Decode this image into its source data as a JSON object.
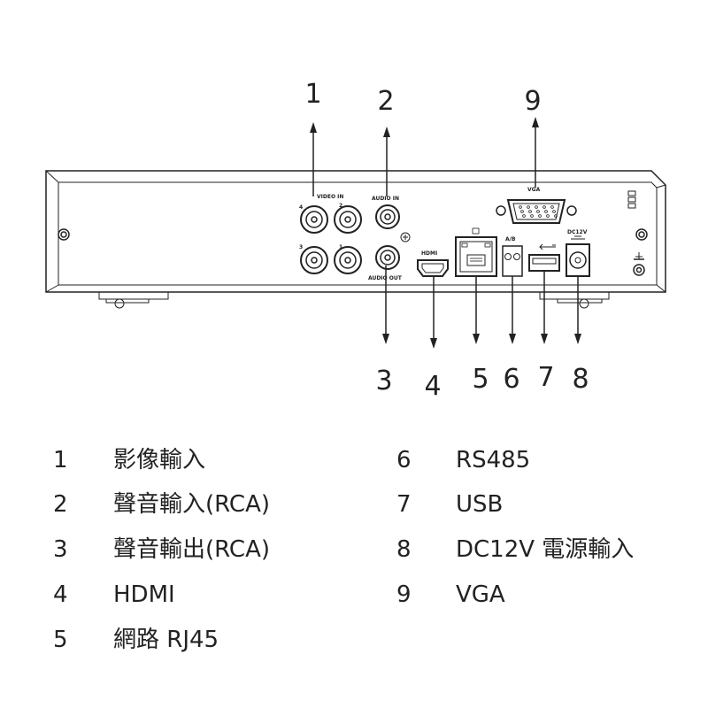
{
  "port_labels": {
    "video_in": "VIDEO IN",
    "audio_in": "AUDIO IN",
    "audio_out": "AUDIO OUT",
    "hdmi": "HDMI",
    "vga": "VGA",
    "rs485": "A/B",
    "dc": "DC12V",
    "channels": [
      "1",
      "2",
      "3",
      "4"
    ]
  },
  "callouts": [
    "1",
    "2",
    "3",
    "4",
    "5",
    "6",
    "7",
    "8",
    "9"
  ],
  "legend": [
    {
      "num": "1",
      "label": "影像輸入"
    },
    {
      "num": "2",
      "label": "聲音輸入(RCA)"
    },
    {
      "num": "3",
      "label": "聲音輸出(RCA)"
    },
    {
      "num": "4",
      "label": "HDMI"
    },
    {
      "num": "5",
      "label": "網路 RJ45"
    },
    {
      "num": "6",
      "label": "RS485"
    },
    {
      "num": "7",
      "label": "USB"
    },
    {
      "num": "8",
      "label": "DC12V 電源輸入"
    },
    {
      "num": "9",
      "label": "VGA"
    }
  ]
}
